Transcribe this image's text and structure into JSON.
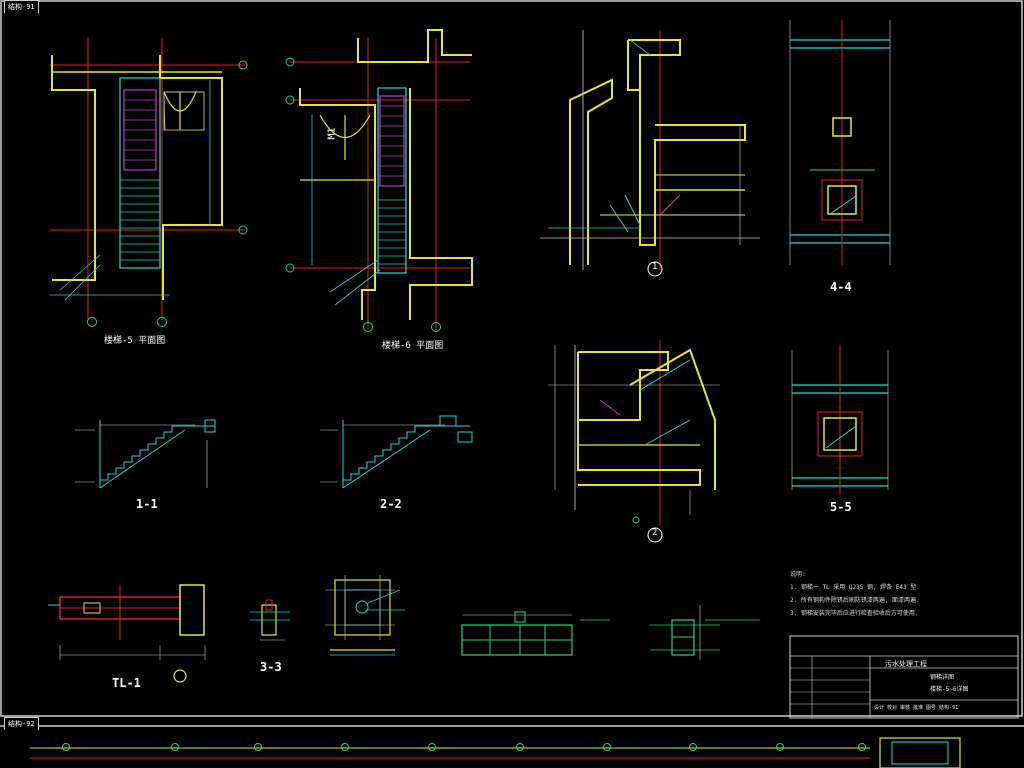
{
  "sheet": {
    "tab_top": "结构-91",
    "tab_bottom": "结构-92"
  },
  "views": {
    "plan_5": "楼梯-5 平面图",
    "plan_6": "楼梯-6 平面图",
    "sec_1_1": "1-1",
    "sec_2_2": "2-2",
    "sec_3_3": "3-3",
    "sec_4_4": "4-4",
    "sec_5_5": "5-5",
    "tl_1": "TL-1",
    "mark_1": "1",
    "mark_2": "2",
    "door_label": "M1"
  },
  "notes": {
    "heading": "说明:",
    "items": [
      "1. 钢梯一 TL 采用 Q235 钢, 焊条 E43 型.",
      "2. 所有钢构件除锈后刷防锈漆两遍, 面漆两遍.",
      "3. 钢梯安装完毕后应进行检查验收后方可使用."
    ]
  },
  "title_block": {
    "project": "污水处理工程",
    "drawing": "钢梯详图",
    "sheet_name": "楼梯-5~6详图",
    "footer": "设计 校对 审核 批准 图号 结构-91"
  },
  "axis_marks": [
    "1",
    "2",
    "A",
    "B",
    "C"
  ]
}
